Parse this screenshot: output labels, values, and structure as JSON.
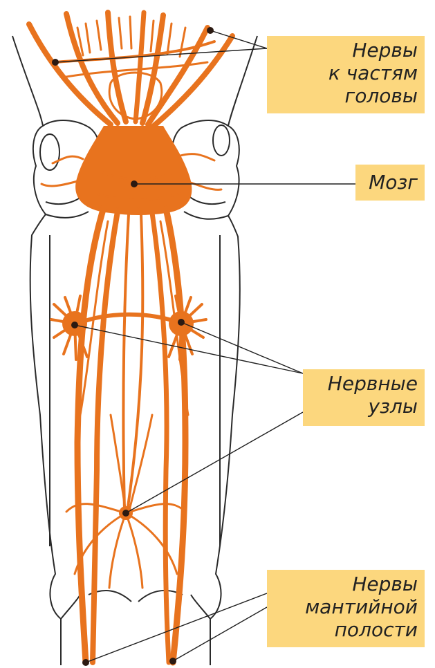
{
  "labels": {
    "head_nerves": [
      "Нервы",
      "к частям",
      "головы"
    ],
    "brain": [
      "Мозг"
    ],
    "ganglia": [
      "Нервные",
      "узлы"
    ],
    "mantle_nerves": [
      "Нервы",
      "мантийной",
      "полости"
    ]
  },
  "colors": {
    "nerve": "#e8731e",
    "label_bg": "#fcd77e",
    "outline": "#2a2a2a"
  }
}
